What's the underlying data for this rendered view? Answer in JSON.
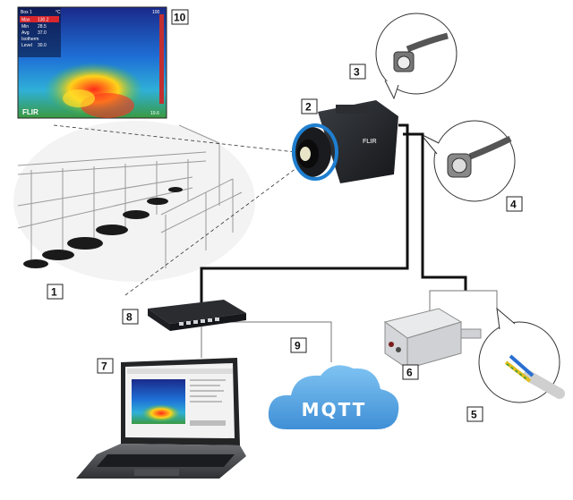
{
  "callouts": {
    "c1": "1",
    "c2": "2",
    "c3": "3",
    "c4": "4",
    "c5": "5",
    "c6": "6",
    "c7": "7",
    "c8": "8",
    "c9": "9",
    "c10": "10"
  },
  "thermal_overlay": {
    "box": "Box 1",
    "max": "Max",
    "max_val": "130.2",
    "min": "Min",
    "min_val": "28.5",
    "avg": "Avg",
    "avg_val": "37.0",
    "isotherm": "Isotherm",
    "level": "Level",
    "level_val": "30.0",
    "scale_top": "100",
    "scale_bottom": "19.6",
    "unit": "°C",
    "brand": "FLIR"
  },
  "camera": {
    "brand": "FLIR"
  },
  "cloud": {
    "label": "MQTT"
  },
  "colors": {
    "cable": "#111111",
    "cloud": "#5aa9e6",
    "camera_ring": "#1f7fd0"
  }
}
